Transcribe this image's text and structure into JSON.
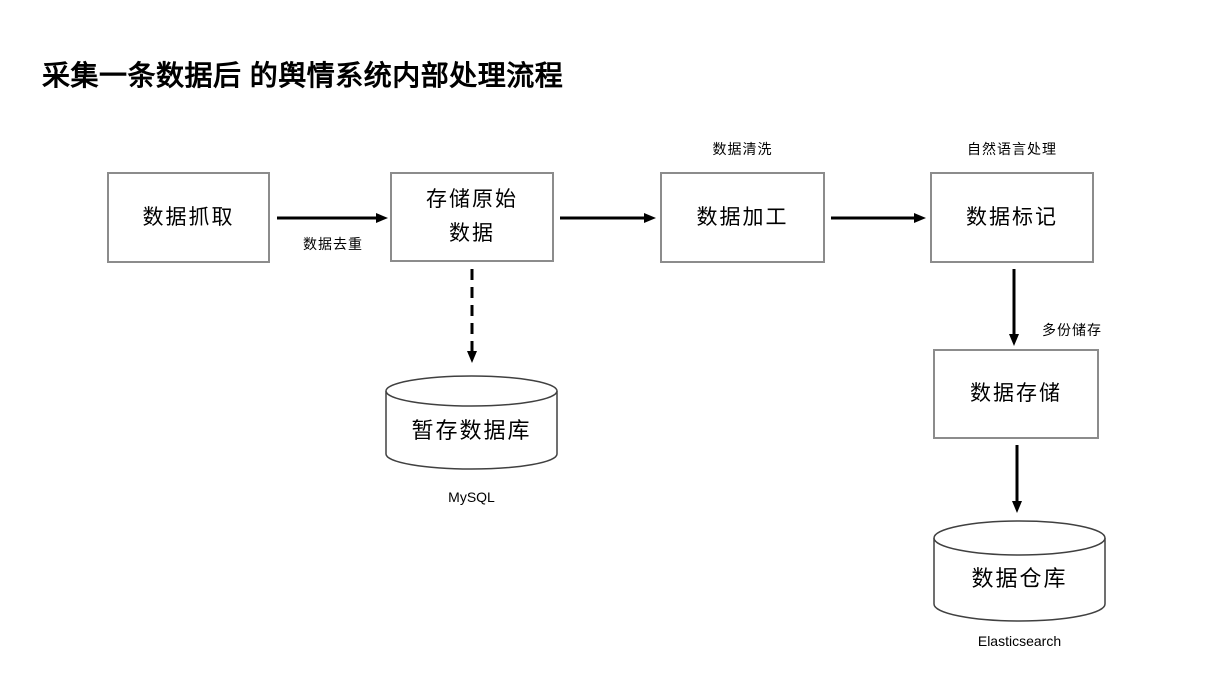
{
  "title": "采集一条数据后 的舆情系统内部处理流程",
  "nodes": {
    "crawl": {
      "label": "数据抓取"
    },
    "store_raw": {
      "label": "存储原始数据"
    },
    "process": {
      "label": "数据加工"
    },
    "tag": {
      "label": "数据标记"
    },
    "store": {
      "label": "数据存储"
    },
    "temp_db": {
      "label": "暂存数据库",
      "caption": "MySQL",
      "shape": "cylinder"
    },
    "warehouse": {
      "label": "数据仓库",
      "caption": "Elasticsearch",
      "shape": "cylinder"
    }
  },
  "edges": {
    "dedupe_label": "数据去重",
    "clean_label": "数据清洗",
    "nlp_label": "自然语言处理",
    "multicopy_label": "多份储存"
  },
  "colors": {
    "background": "#ffffff",
    "text": "#000000",
    "arrow": "#000000",
    "box_border": "#8c8c8c",
    "cylinder_border": "#404040"
  }
}
